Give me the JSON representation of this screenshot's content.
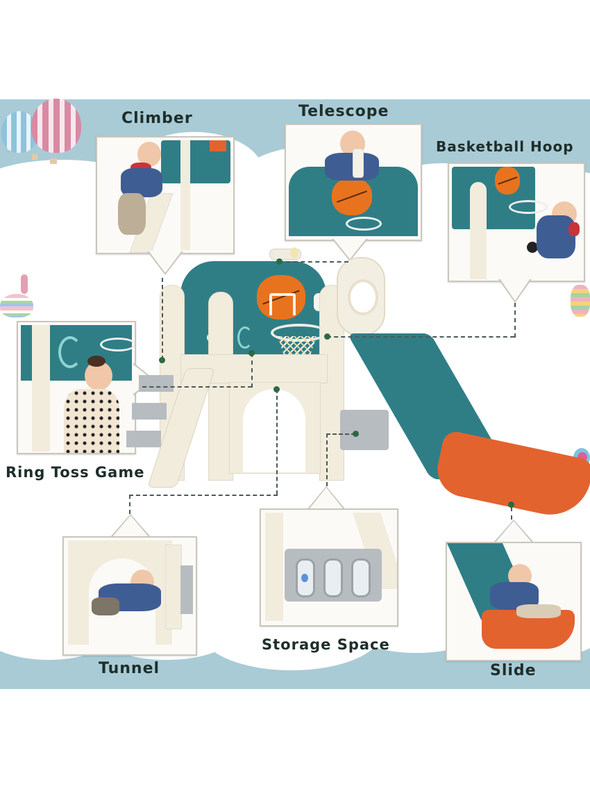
{
  "image_type": "product feature infographic",
  "product": "toddler slide and climber playset",
  "colors": {
    "band_blue": "#a9cbd6",
    "teal": "#2f7e86",
    "cream": "#f2ecdd",
    "orange": "#e3632f",
    "grey_panel": "#b7bcc0",
    "label_text": "#1e2e2a",
    "connector_dot": "#2b6a45"
  },
  "features": [
    {
      "id": "climber",
      "label": "Climber"
    },
    {
      "id": "telescope",
      "label": "Telescope"
    },
    {
      "id": "basketball-hoop",
      "label": "Basketball Hoop"
    },
    {
      "id": "ring-toss-game",
      "label": "Ring Toss Game"
    },
    {
      "id": "tunnel",
      "label": "Tunnel"
    },
    {
      "id": "storage-space",
      "label": "Storage Space"
    },
    {
      "id": "slide",
      "label": "Slide"
    }
  ],
  "decorations": [
    "hot-air-balloons",
    "spinning-top",
    "rattle-toy",
    "clouds"
  ]
}
